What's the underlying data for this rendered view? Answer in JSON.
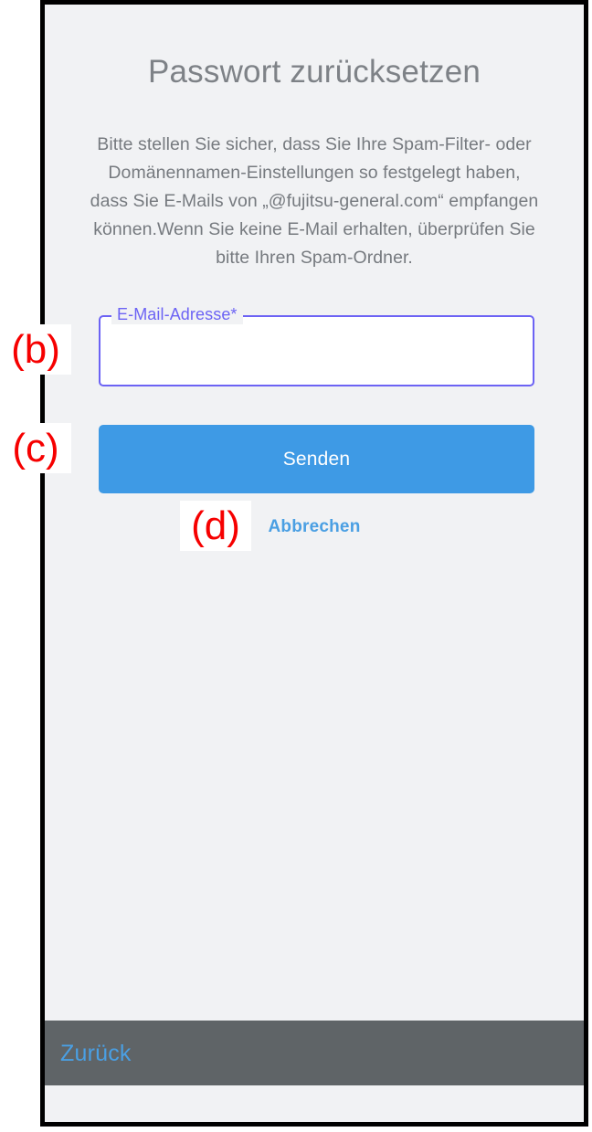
{
  "screen": {
    "title": "Passwort zurücksetzen",
    "intro": "Bitte stellen Sie sicher, dass Sie Ihre Spam-Filter- oder Domänennamen-Einstellungen so festgelegt haben, dass Sie E-Mails von „@fujitsu-general.com“ empfangen können.Wenn Sie keine E-Mail erhalten, überprüfen Sie bitte Ihren Spam-Ordner."
  },
  "form": {
    "email": {
      "label": "E-Mail-Adresse*",
      "value": "",
      "placeholder": ""
    },
    "submit_label": "Senden",
    "cancel_label": "Abbrechen"
  },
  "bottom_bar": {
    "back_label": "Zurück"
  },
  "annotations": {
    "b": "(b)",
    "c": "(c)",
    "d": "(d)"
  },
  "colors": {
    "accent_blue": "#3e9ae5",
    "link_blue": "#4a9fe3",
    "field_purple": "#6c63f4",
    "bar_gray": "#5f6467",
    "page_bg": "#f1f2f4",
    "text_gray": "#767a7f",
    "annotation_red": "#f60000"
  }
}
